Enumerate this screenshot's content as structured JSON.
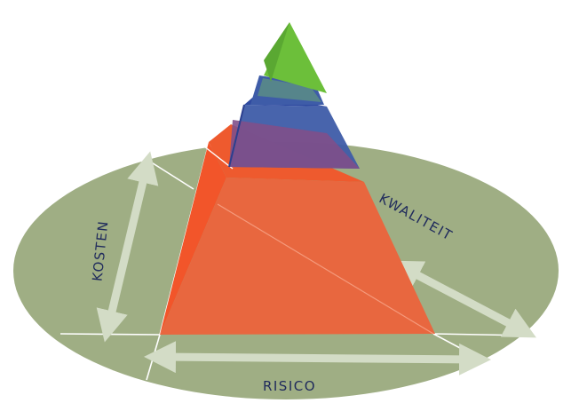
{
  "labels": {
    "kosten": "KOSTEN",
    "kwaliteit": "KWALITEIT",
    "risico": "RISICO"
  },
  "colors": {
    "ellipse": "#9fae84",
    "arrow": "#d3dcc6",
    "line": "#ffffff",
    "orange_front": "#e8673f",
    "orange_side": "#f2552a",
    "purple": "#7f4f8a",
    "blue": "#3e5ca8",
    "green": "#6cbf3a",
    "text": "#1f2a5c"
  }
}
